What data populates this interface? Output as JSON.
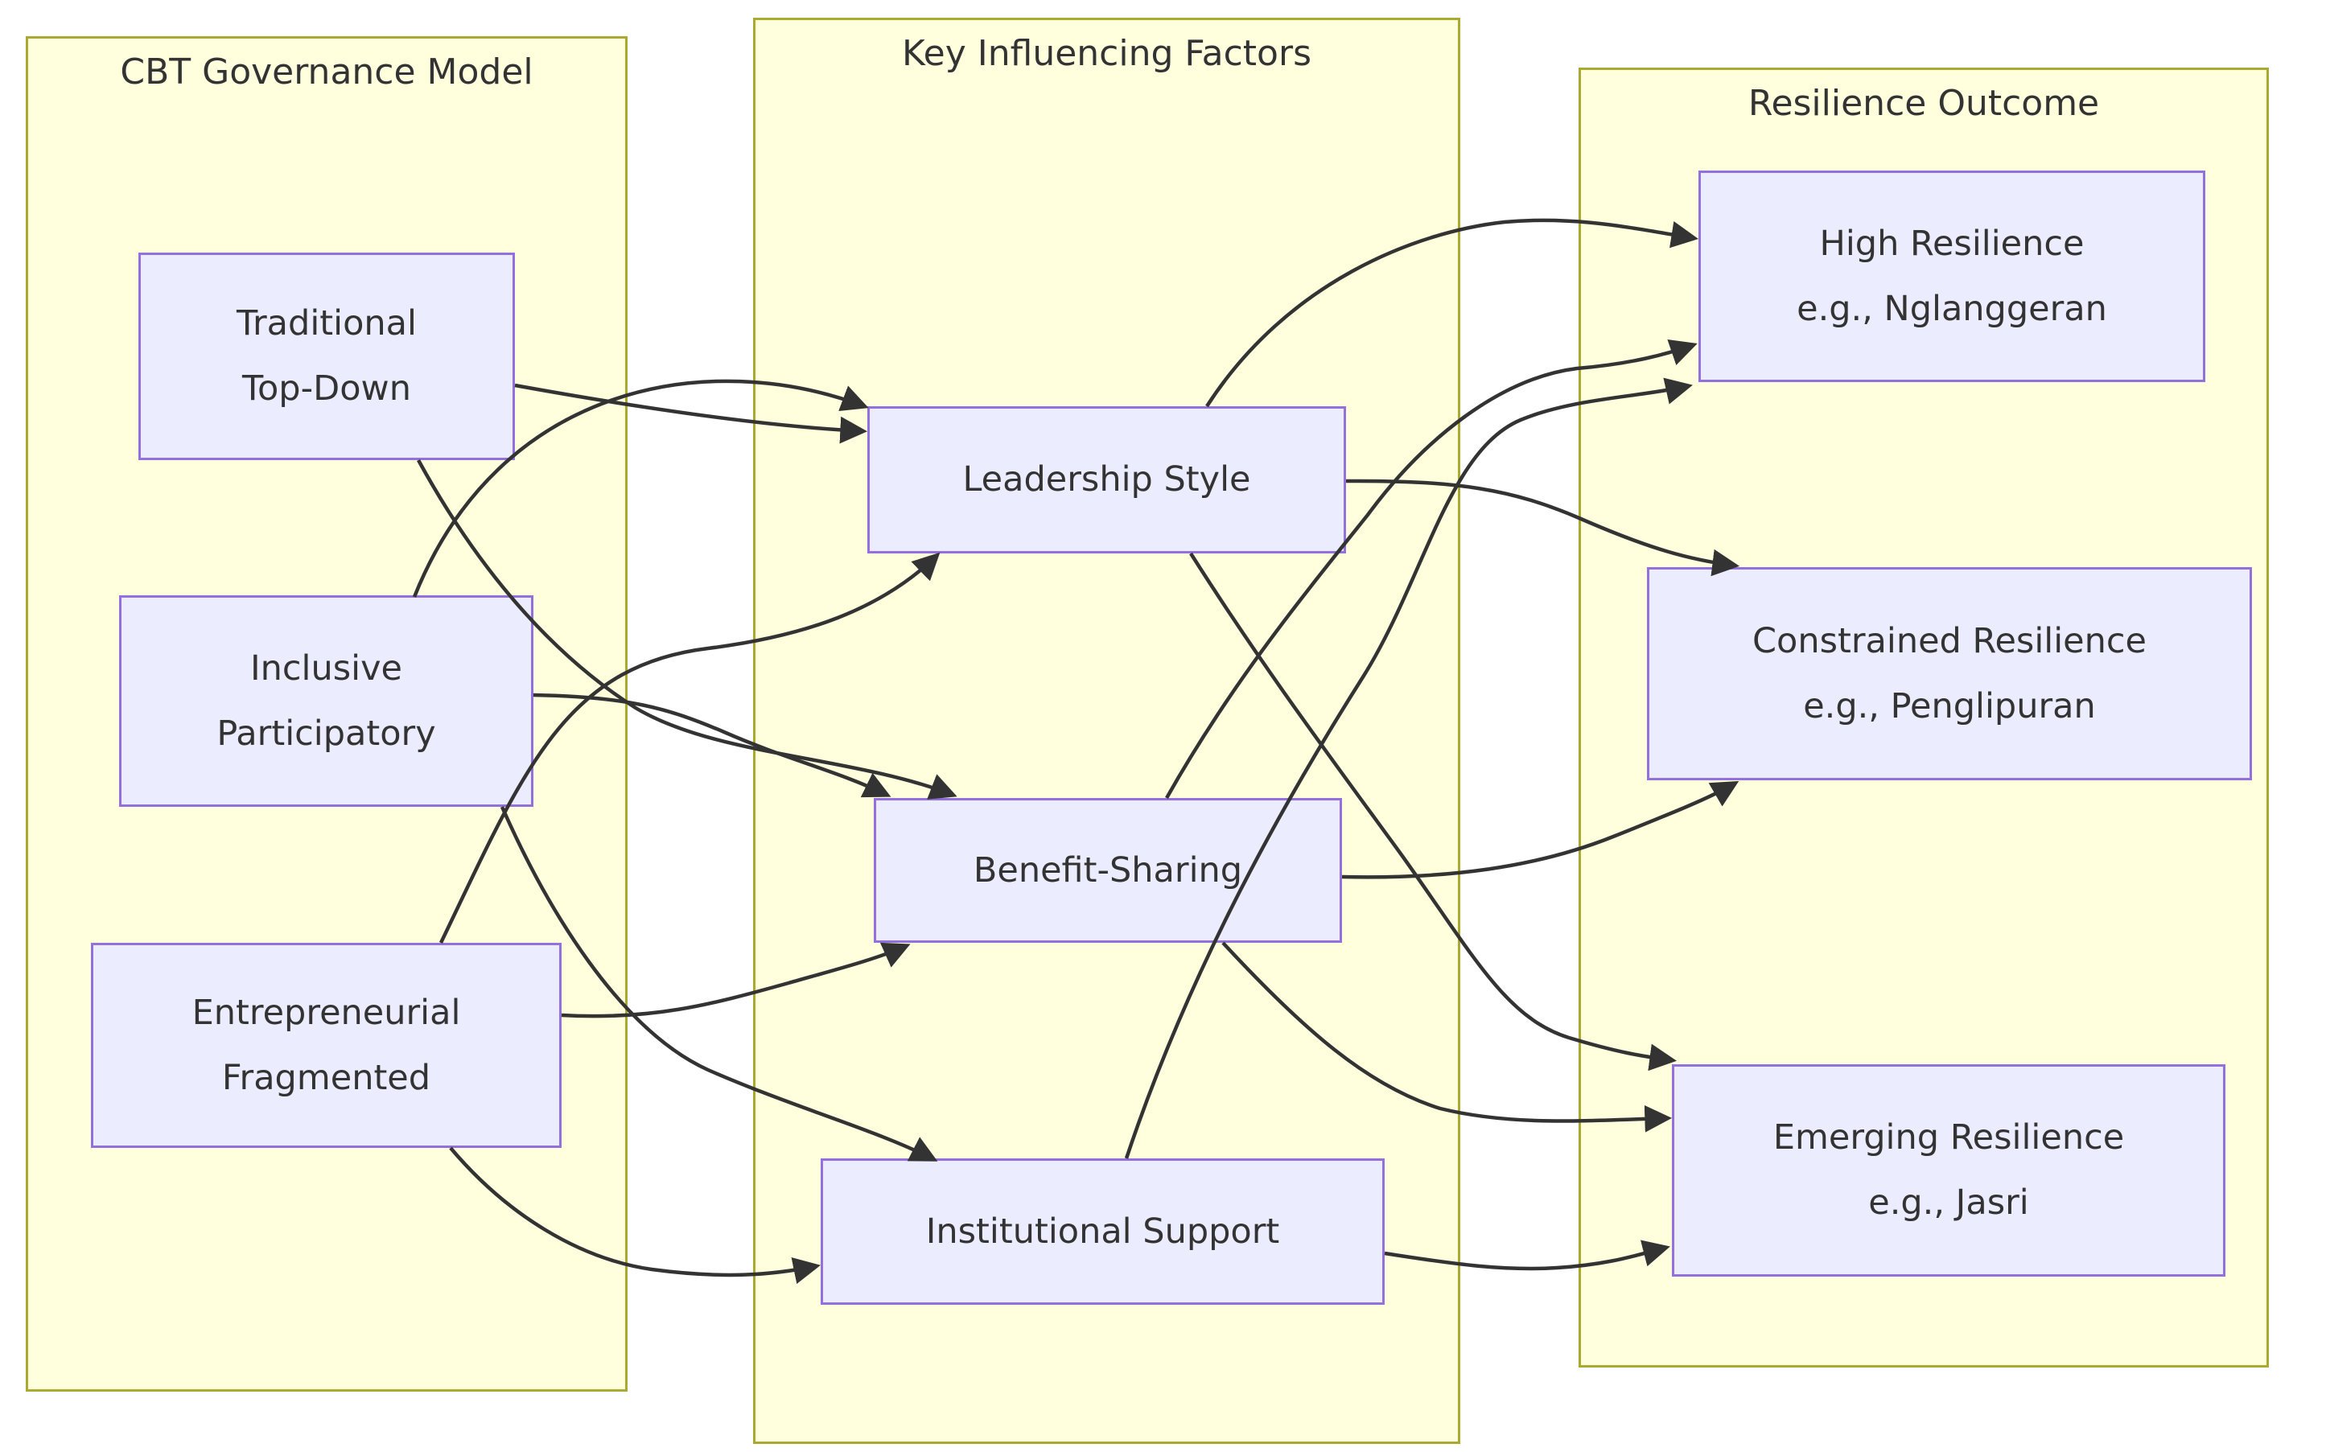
{
  "diagram": {
    "type": "flowchart",
    "background": "#ffffff",
    "colors": {
      "cluster_fill": "#ffffde",
      "cluster_border": "#aaaa33",
      "node_fill": "#ECECFF",
      "node_border": "#9370DB",
      "edge": "#333333",
      "text": "#333333"
    },
    "clusters": [
      {
        "id": "governance",
        "title": "CBT Governance Model"
      },
      {
        "id": "factors",
        "title": "Key Influencing Factors"
      },
      {
        "id": "outcome",
        "title": "Resilience Outcome"
      }
    ],
    "nodes": [
      {
        "id": "ttd",
        "cluster": "governance",
        "lines": [
          "Traditional",
          "Top-Down"
        ]
      },
      {
        "id": "ip",
        "cluster": "governance",
        "lines": [
          "Inclusive",
          "Participatory"
        ]
      },
      {
        "id": "ef",
        "cluster": "governance",
        "lines": [
          "Entrepreneurial",
          "Fragmented"
        ]
      },
      {
        "id": "ls",
        "cluster": "factors",
        "lines": [
          "Leadership Style"
        ]
      },
      {
        "id": "bs",
        "cluster": "factors",
        "lines": [
          "Benefit-Sharing"
        ]
      },
      {
        "id": "is",
        "cluster": "factors",
        "lines": [
          "Institutional Support"
        ]
      },
      {
        "id": "hr",
        "cluster": "outcome",
        "lines": [
          "High Resilience",
          "e.g., Nglanggeran"
        ]
      },
      {
        "id": "cr",
        "cluster": "outcome",
        "lines": [
          "Constrained Resilience",
          "e.g., Penglipuran"
        ]
      },
      {
        "id": "er",
        "cluster": "outcome",
        "lines": [
          "Emerging Resilience",
          "e.g., Jasri"
        ]
      }
    ],
    "edges": [
      {
        "from": "ttd",
        "to": "ls"
      },
      {
        "from": "ttd",
        "to": "bs"
      },
      {
        "from": "ip",
        "to": "ls"
      },
      {
        "from": "ip",
        "to": "bs"
      },
      {
        "from": "ip",
        "to": "is"
      },
      {
        "from": "ef",
        "to": "ls"
      },
      {
        "from": "ef",
        "to": "bs"
      },
      {
        "from": "ef",
        "to": "is"
      },
      {
        "from": "ls",
        "to": "hr"
      },
      {
        "from": "ls",
        "to": "cr"
      },
      {
        "from": "ls",
        "to": "er"
      },
      {
        "from": "bs",
        "to": "hr"
      },
      {
        "from": "bs",
        "to": "cr"
      },
      {
        "from": "bs",
        "to": "er"
      },
      {
        "from": "is",
        "to": "hr"
      },
      {
        "from": "is",
        "to": "er"
      }
    ]
  }
}
